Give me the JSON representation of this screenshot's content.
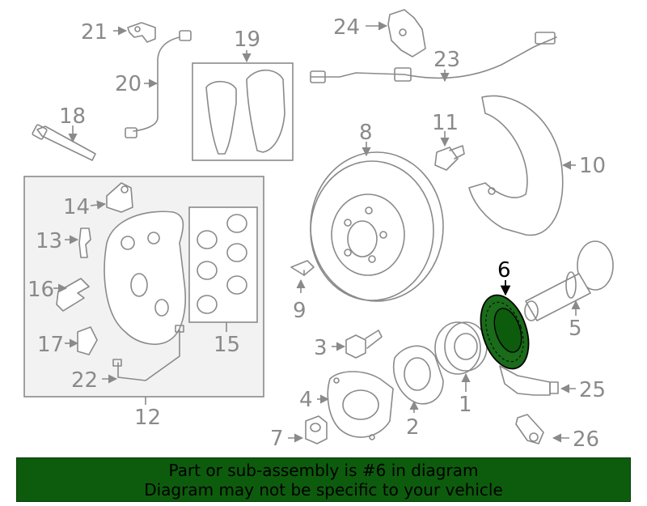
{
  "diagram": {
    "highlight_color": "#0d5c0d",
    "highlighted_part": "6",
    "callouts": {
      "p1": "1",
      "p2": "2",
      "p3": "3",
      "p4": "4",
      "p5": "5",
      "p6": "6",
      "p7": "7",
      "p8": "8",
      "p9": "9",
      "p10": "10",
      "p11": "11",
      "p12": "12",
      "p13": "13",
      "p14": "14",
      "p15": "15",
      "p16": "16",
      "p17": "17",
      "p18": "18",
      "p19": "19",
      "p20": "20",
      "p21": "21",
      "p22": "22",
      "p23": "23",
      "p24": "24",
      "p25": "25",
      "p26": "26"
    }
  },
  "banner": {
    "line1": "Part or sub-assembly is #6 in diagram",
    "line2": "Diagram may not be specific to your vehicle"
  }
}
